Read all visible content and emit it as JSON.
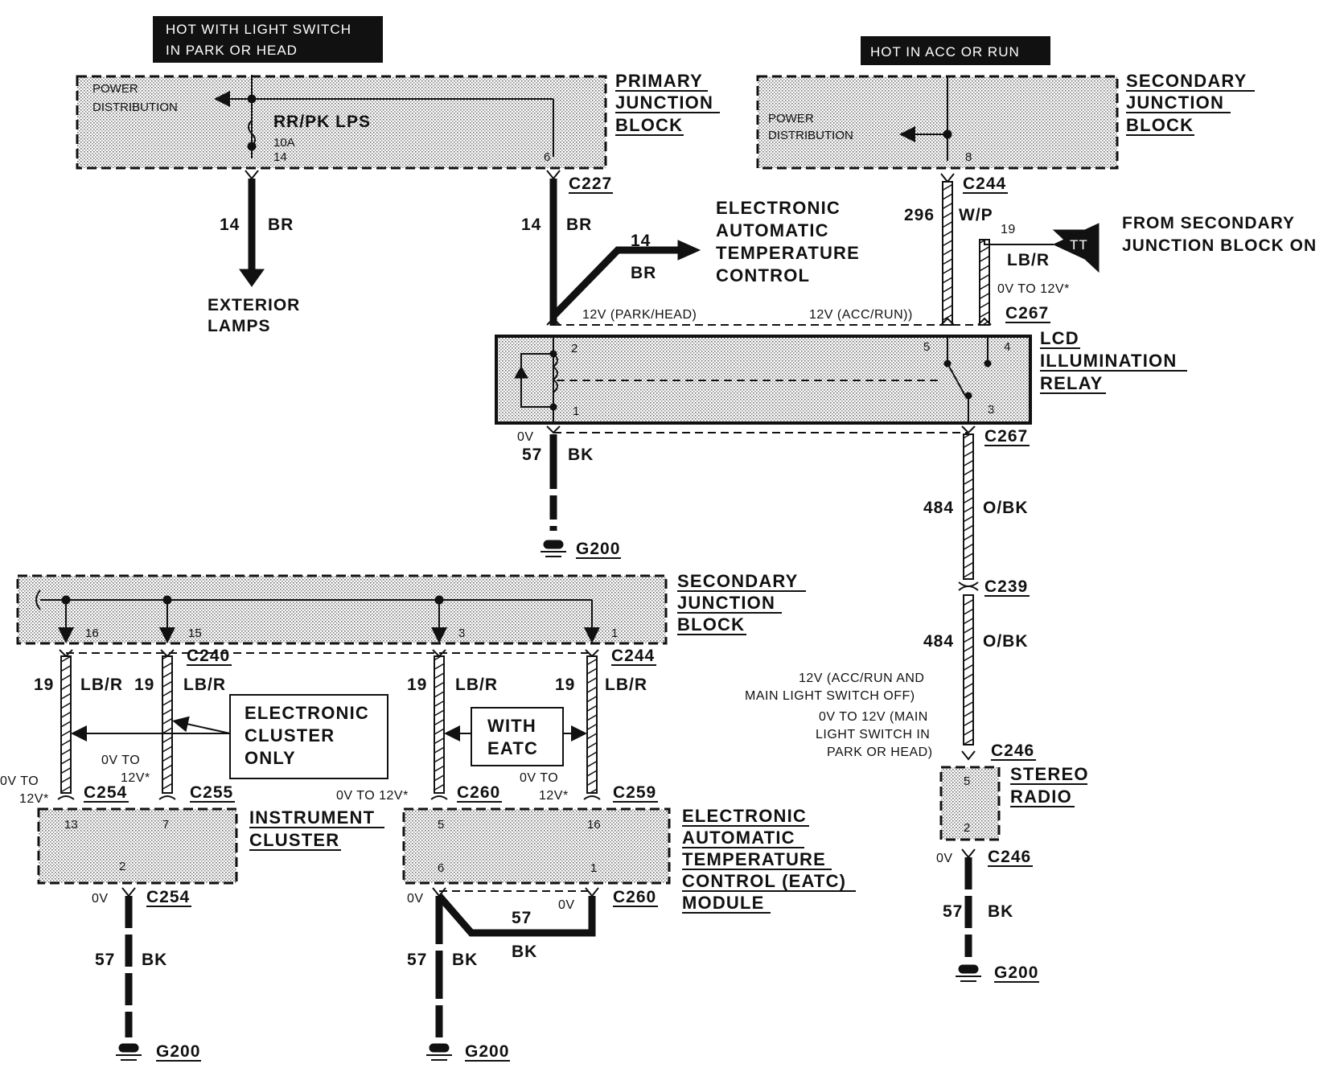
{
  "headers": {
    "hot_park_head_line1": "HOT WITH LIGHT SWITCH",
    "hot_park_head_line2": "IN PARK OR HEAD",
    "hot_acc_run": "HOT IN ACC OR RUN"
  },
  "primary_junction_block": {
    "title_lines": [
      "PRIMARY",
      "JUNCTION",
      "BLOCK"
    ],
    "power_distribution": [
      "POWER",
      "DISTRIBUTION"
    ],
    "fuse_label": "RR/PK LPS",
    "fuse_rating": "10A",
    "pin_14": "14",
    "pin_6": "6"
  },
  "secondary_junction_block_top": {
    "title_lines": [
      "SECONDARY",
      "JUNCTION",
      "BLOCK"
    ],
    "power_distribution": [
      "POWER",
      "DISTRIBUTION"
    ],
    "pin_8": "8"
  },
  "wires": {
    "w14": "14",
    "br": "BR",
    "w296": "296",
    "wp": "W/P",
    "w19": "19",
    "lbr": "LB/R",
    "w57": "57",
    "bk": "BK",
    "w484": "484",
    "obk": "O/BK"
  },
  "connectors": {
    "c227": "C227",
    "c244": "C244",
    "c267": "C267",
    "c239": "C239",
    "c240": "C240",
    "c254": "C254",
    "c255": "C255",
    "c260": "C260",
    "c259": "C259",
    "c246": "C246",
    "g200": "G200"
  },
  "destinations": {
    "exterior_lamps": [
      "EXTERIOR",
      "LAMPS"
    ],
    "eatc": [
      "ELECTRONIC",
      "AUTOMATIC",
      "TEMPERATURE",
      "CONTROL"
    ],
    "from_secondary": [
      "FROM SECONDARY",
      "JUNCTION BLOCK ON"
    ],
    "tt": "TT"
  },
  "relay": {
    "title_lines": [
      "LCD",
      "ILLUMINATION",
      "RELAY"
    ],
    "v12_park_head": "12V (PARK/HEAD)",
    "v12_acc_run": "12V (ACC/RUN))",
    "v0_12": "0V TO 12V*",
    "pins": [
      "2",
      "1",
      "5",
      "4",
      "3"
    ]
  },
  "voltages": {
    "v0": "0V",
    "v0_to": "0V TO",
    "v12_star": "12V*",
    "v0_to_12_star": "0V TO 12V*",
    "radio_note": [
      "12V (ACC/RUN AND",
      "MAIN LIGHT SWITCH OFF)",
      "0V TO 12V (MAIN",
      "LIGHT SWITCH IN",
      "PARK OR HEAD)"
    ]
  },
  "secondary_junction_block_bottom": {
    "title_lines": [
      "SECONDARY",
      "JUNCTION",
      "BLOCK"
    ],
    "pins": [
      "16",
      "15",
      "3",
      "1"
    ]
  },
  "notes": {
    "electronic_cluster_only": [
      "ELECTRONIC",
      "CLUSTER",
      "ONLY"
    ],
    "with_eatc": [
      "WITH",
      "EATC"
    ]
  },
  "instrument_cluster": {
    "title_lines": [
      "INSTRUMENT",
      "CLUSTER"
    ],
    "pins": [
      "13",
      "7",
      "2"
    ]
  },
  "eatc_module": {
    "title_lines": [
      "ELECTRONIC",
      "AUTOMATIC",
      "TEMPERATURE",
      "CONTROL (EATC)",
      "MODULE"
    ],
    "pins": [
      "5",
      "16",
      "6",
      "1"
    ]
  },
  "stereo_radio": {
    "title_lines": [
      "STEREO",
      "RADIO"
    ],
    "pins": [
      "5",
      "2"
    ]
  }
}
